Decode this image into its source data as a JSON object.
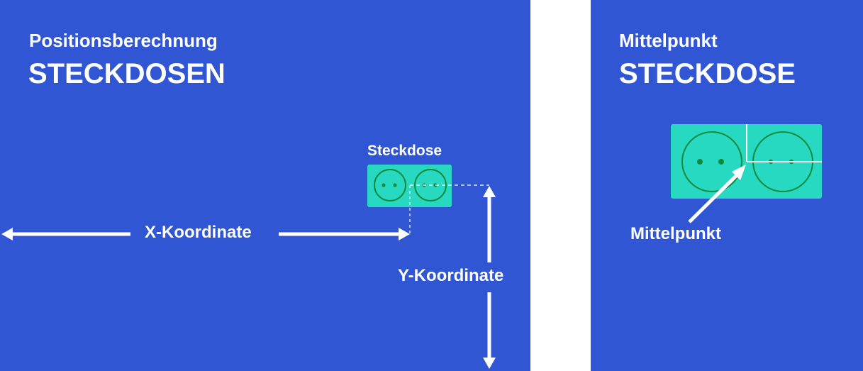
{
  "left": {
    "subtitle": "Positionsberechnung",
    "title": "STECKDOSEN",
    "socket_label": "Steckdose",
    "x_label": "X-Koordinate",
    "y_label": "Y-Koordinate"
  },
  "right": {
    "subtitle": "Mittelpunkt",
    "title": "STECKDOSE",
    "center_label": "Mittelpunkt"
  },
  "colors": {
    "background": "#3056d3",
    "socket_plate": "#26d9c0",
    "socket_outline": "#0f8a3c",
    "text": "#ffffff"
  },
  "icons": [
    "socket-icon",
    "arrow-left-icon",
    "arrow-right-icon",
    "arrow-up-icon",
    "arrow-down-icon",
    "diagonal-arrow-icon"
  ]
}
